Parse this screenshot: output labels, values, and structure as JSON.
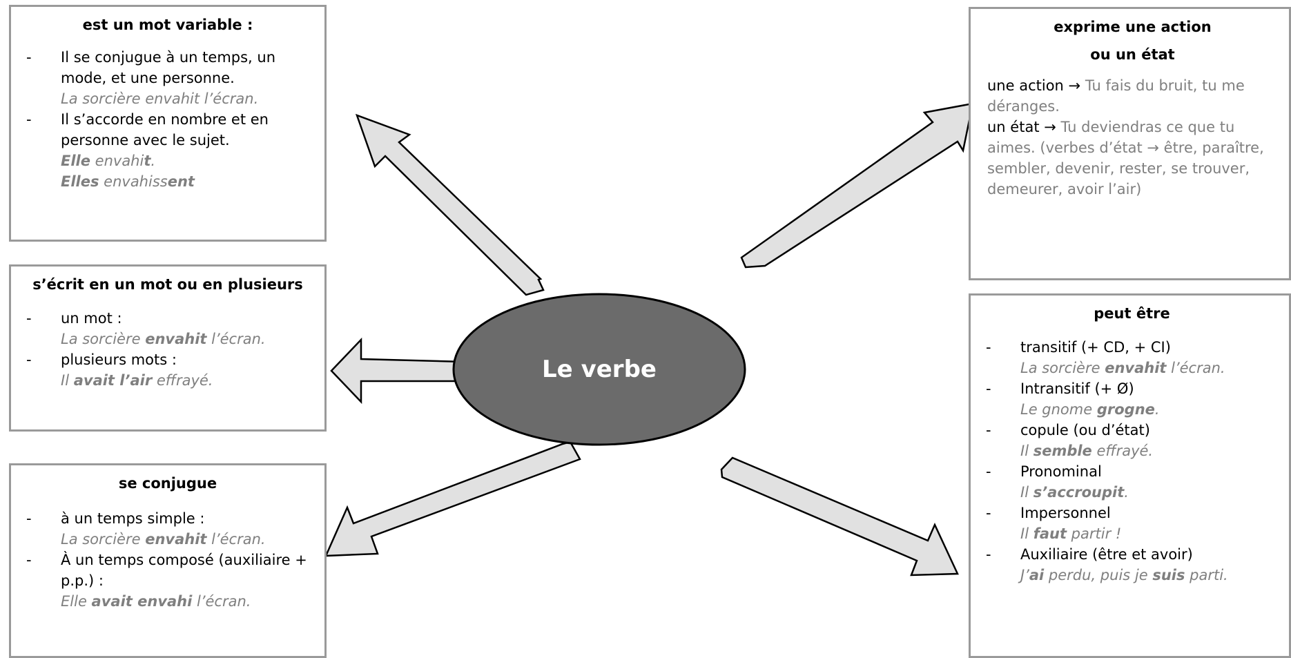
{
  "center": {
    "label": "Le verbe"
  },
  "box1": {
    "title": "est un mot variable :",
    "items": [
      {
        "text": "Il se conjugue à un temps, un mode, et une personne.",
        "example": "La sorcière envahit l’écran."
      },
      {
        "text": "Il s’accorde en nombre et en personne avec le sujet.",
        "ex1_a": "Elle",
        "ex1_b": " envahi",
        "ex1_c": "t",
        "ex1_d": ".",
        "ex2_a": "Elles",
        "ex2_b": " envahiss",
        "ex2_c": "ent"
      }
    ]
  },
  "box2": {
    "title": "s’écrit en un mot ou en plusieurs",
    "items": [
      {
        "text": "un mot :",
        "ex_a": "La sorcière ",
        "ex_b": "envahit",
        "ex_c": " l’écran."
      },
      {
        "text": "plusieurs mots :",
        "ex_a": "Il ",
        "ex_b": "avait l’air",
        "ex_c": " effrayé."
      }
    ]
  },
  "box3": {
    "title": "se conjugue",
    "items": [
      {
        "text": "à un temps simple :",
        "ex_a": "La sorcière ",
        "ex_b": "envahit",
        "ex_c": " l’écran."
      },
      {
        "text": "À un temps composé (auxiliaire + p.p.) :",
        "ex_a": "Elle ",
        "ex_b": "avait envahi",
        "ex_c": " l’écran."
      }
    ]
  },
  "box4": {
    "title1": "exprime une action",
    "title2": "ou un état",
    "p1_a": "une action ",
    "p1_arrow": "→",
    "p1_b": " Tu fais du bruit, tu me déranges.",
    "p2_a": "un état ",
    "p2_arrow": "→",
    "p2_b": " Tu deviendras ce que tu aimes. (verbes d’état ",
    "p2_arrow2": "→",
    "p2_c": " être, paraître, sembler, devenir, rester, se trouver, demeurer, avoir l’air)"
  },
  "box5": {
    "title": "peut être",
    "items": [
      {
        "text": "transitif  (+ CD, + CI)",
        "ex_a": "La sorcière ",
        "ex_b": "envahit",
        "ex_c": " l’écran."
      },
      {
        "text": "Intransitif (+ Ø)",
        "ex_a": "Le gnome ",
        "ex_b": "grogne",
        "ex_c": "."
      },
      {
        "text": "copule (ou d’état)",
        "ex_a": "Il ",
        "ex_b": "semble",
        "ex_c": " effrayé."
      },
      {
        "text": "Pronominal",
        "ex_a": "Il ",
        "ex_b": "s’accroupit",
        "ex_c": "."
      },
      {
        "text": "Impersonnel",
        "ex_a": "Il ",
        "ex_b": "faut",
        "ex_c": " partir !"
      },
      {
        "text": "Auxiliaire (être et avoir)",
        "ex_a": "J’",
        "ex_b": "ai",
        "ex_c": " perdu, puis je ",
        "ex_d": "suis",
        "ex_e": " parti."
      }
    ]
  },
  "dash": "-",
  "colors": {
    "ellipse": "#6b6b6b",
    "arrow_fill": "#e1e1e1",
    "border": "#9a9a9a",
    "example": "#7f7f7f"
  }
}
